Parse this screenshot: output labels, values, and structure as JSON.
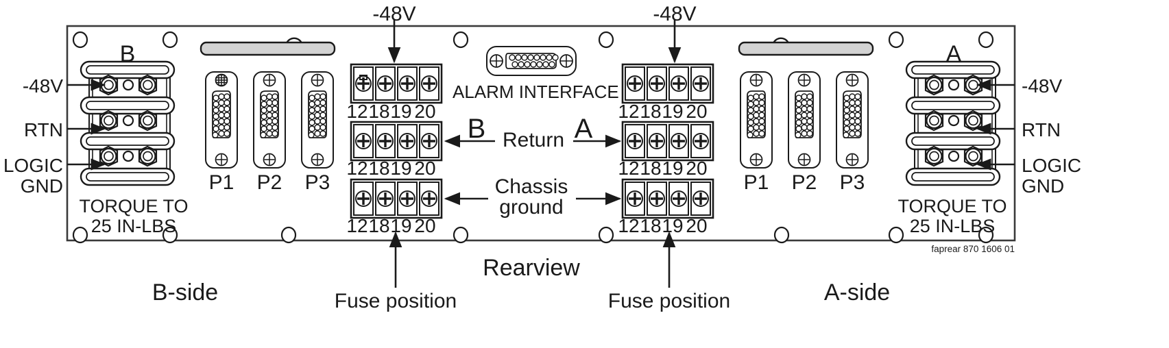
{
  "diagram": {
    "title": "Rearview",
    "view_label": "Rearview",
    "part_code": "faprear 870 1606 01",
    "side_left": "B-side",
    "side_right": "A-side",
    "panel_color": "#ffffff",
    "panel_border_color": "#3a3a3a",
    "handle_color": "#d3d3d3",
    "ink_color": "#1a1a1a"
  },
  "left_bus": {
    "group_label": "B",
    "torque_line1": "TORQUE TO",
    "torque_line2": "25 IN-LBS",
    "callouts": [
      {
        "label": "-48V"
      },
      {
        "label": "RTN"
      },
      {
        "label_line1": "LOGIC",
        "label_line2": "GND"
      }
    ]
  },
  "right_bus": {
    "group_label": "A",
    "torque_line1": "TORQUE TO",
    "torque_line2": "25 IN-LBS",
    "callouts": [
      {
        "label": "-48V"
      },
      {
        "label": "RTN"
      },
      {
        "label_line1": "LOGIC",
        "label_line2": "GND"
      }
    ]
  },
  "left_connectors": {
    "labels": [
      "P1",
      "P2",
      "P3"
    ]
  },
  "right_connectors": {
    "labels": [
      "P1",
      "P2",
      "P3"
    ]
  },
  "alarm": {
    "label": "ALARM INTERFACE",
    "pin_rows": [
      8,
      7
    ]
  },
  "left_terminals": {
    "blocks": [
      {
        "name": "feed",
        "positions": [
          "12",
          "18",
          "19",
          "20"
        ]
      },
      {
        "name": "return",
        "positions": [
          "12",
          "18",
          "19",
          "20"
        ]
      },
      {
        "name": "chassis",
        "positions": [
          "12",
          "18",
          "19",
          "20"
        ]
      }
    ]
  },
  "right_terminals": {
    "blocks": [
      {
        "name": "feed",
        "positions": [
          "12",
          "18",
          "19",
          "20"
        ]
      },
      {
        "name": "return",
        "positions": [
          "12",
          "18",
          "19",
          "20"
        ]
      },
      {
        "name": "chassis",
        "positions": [
          "12",
          "18",
          "19",
          "20"
        ]
      }
    ]
  },
  "annotations": {
    "top_left_48v": "-48V",
    "top_right_48v": "-48V",
    "return_label": "Return",
    "return_side_b": "B",
    "return_side_a": "A",
    "chassis_line1": "Chassis",
    "chassis_line2": "ground",
    "fuse_left": "Fuse position",
    "fuse_right": "Fuse position"
  }
}
